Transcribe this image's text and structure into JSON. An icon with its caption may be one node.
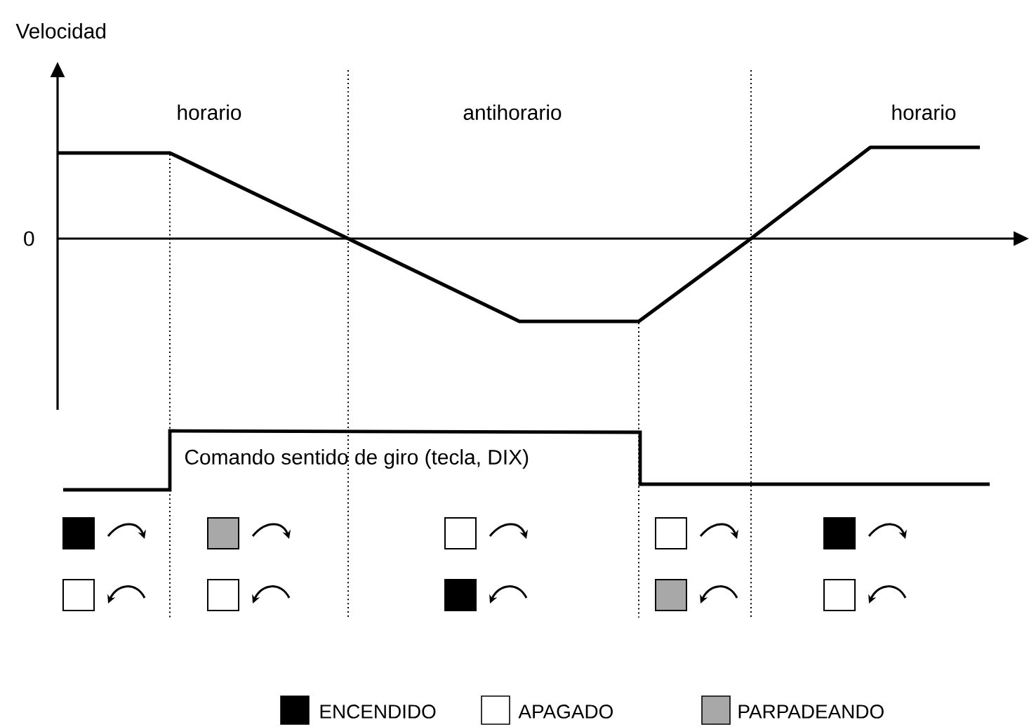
{
  "diagram": {
    "labels": [
      "Velocidad",
      "horario",
      "antihorario",
      "horario",
      "0",
      "Comando sentido de giro (tecla, DIX)"
    ],
    "legend": [
      {
        "text": "ENCENDIDO",
        "color": "#000000"
      },
      {
        "text": "APAGADO"
      },
      {
        "text": "PARPADEANDO",
        "color": "#a8a8a8"
      }
    ]
  }
}
